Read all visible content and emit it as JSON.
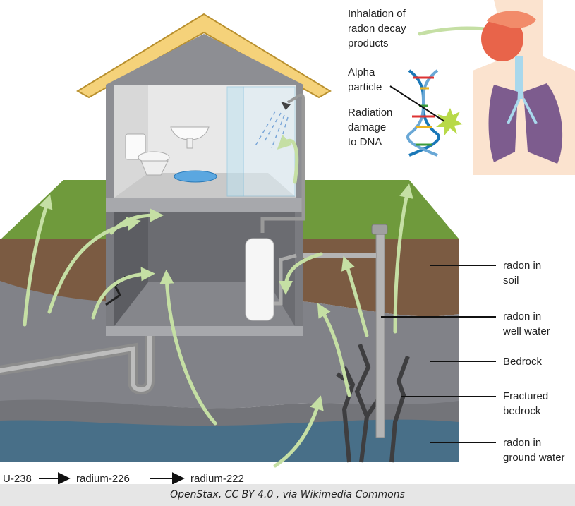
{
  "annotations": {
    "inhalation": [
      "Inhalation of",
      "radon decay",
      "products"
    ],
    "alpha": [
      "Alpha",
      "particle"
    ],
    "damage": [
      "Radiation",
      "damage",
      "to DNA"
    ]
  },
  "layer_labels": {
    "soil": [
      "radon in",
      "soil"
    ],
    "well": [
      "radon in",
      "well water"
    ],
    "bedrock": [
      "Bedrock"
    ],
    "fractured": [
      "Fractured",
      "bedrock"
    ],
    "ground": [
      "radon in",
      "ground water"
    ]
  },
  "decay_chain": {
    "u238": "U-238",
    "ra226": "radium-226",
    "ra222": "radium-222"
  },
  "caption": "OpenStax, CC BY 4.0 , via Wikimedia Commons",
  "colors": {
    "grass": "#6f9a3c",
    "soil": "#7b5b42",
    "bedrock": "#7d7e83",
    "groundwater": "#486f88",
    "roof": "#f5d27a",
    "arrow": "#c5dfa4",
    "lung": "#7d5c8e"
  }
}
